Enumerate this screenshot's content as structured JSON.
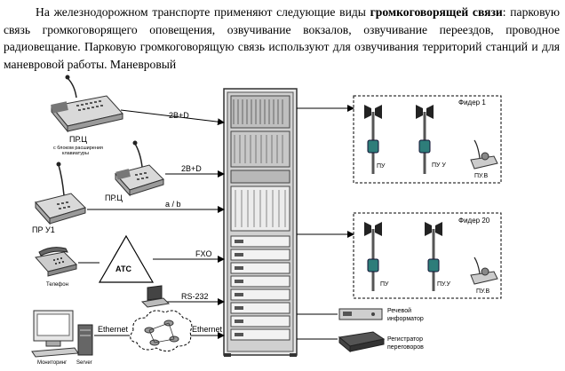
{
  "paragraph": {
    "part1": "На железнодорожном транспорте применяют следующие виды ",
    "bold": "громкоговорящей связи",
    "part2": ": парковую связь громкоговорящего оповещения, озвучивание вокзалов, озвучивание переездов, проводное радиовещание. Парковую громкоговорящую связь используют для озвучивания территорий станций и  для маневровой работы. Маневровый"
  },
  "diagram": {
    "consoles": {
      "prc_ext": "ПР.Ц",
      "prc_ext_note1": "с блоком расширения",
      "prc_ext_note2": "клавиатуры",
      "prc": "ПР.Ц",
      "pru1": "ПР У1"
    },
    "links": {
      "link1": "2В+D",
      "link2": "2В+D",
      "link3": "a / b",
      "fxo": "FXO",
      "rs232": "RS-232",
      "ethernet1": "Ethernet",
      "ethernet2": "Ethernet"
    },
    "ats": "АТС",
    "devices": {
      "phone": "Телефон",
      "monitoring": "Мониторинг",
      "server": "Server",
      "speech_inf1": "Речевой",
      "speech_inf2": "информатор",
      "recorder1": "Регистратор",
      "recorder2": "переговоров"
    },
    "feeders": {
      "f1": {
        "title": "Фидер 1",
        "pu": "ПУ",
        "puu": "ПУ У",
        "puv": "ПУ.В"
      },
      "f20": {
        "title": "Фидер 20",
        "pu": "ПУ",
        "puu": "ПУ.У",
        "puv": "ПУ.В"
      }
    }
  }
}
